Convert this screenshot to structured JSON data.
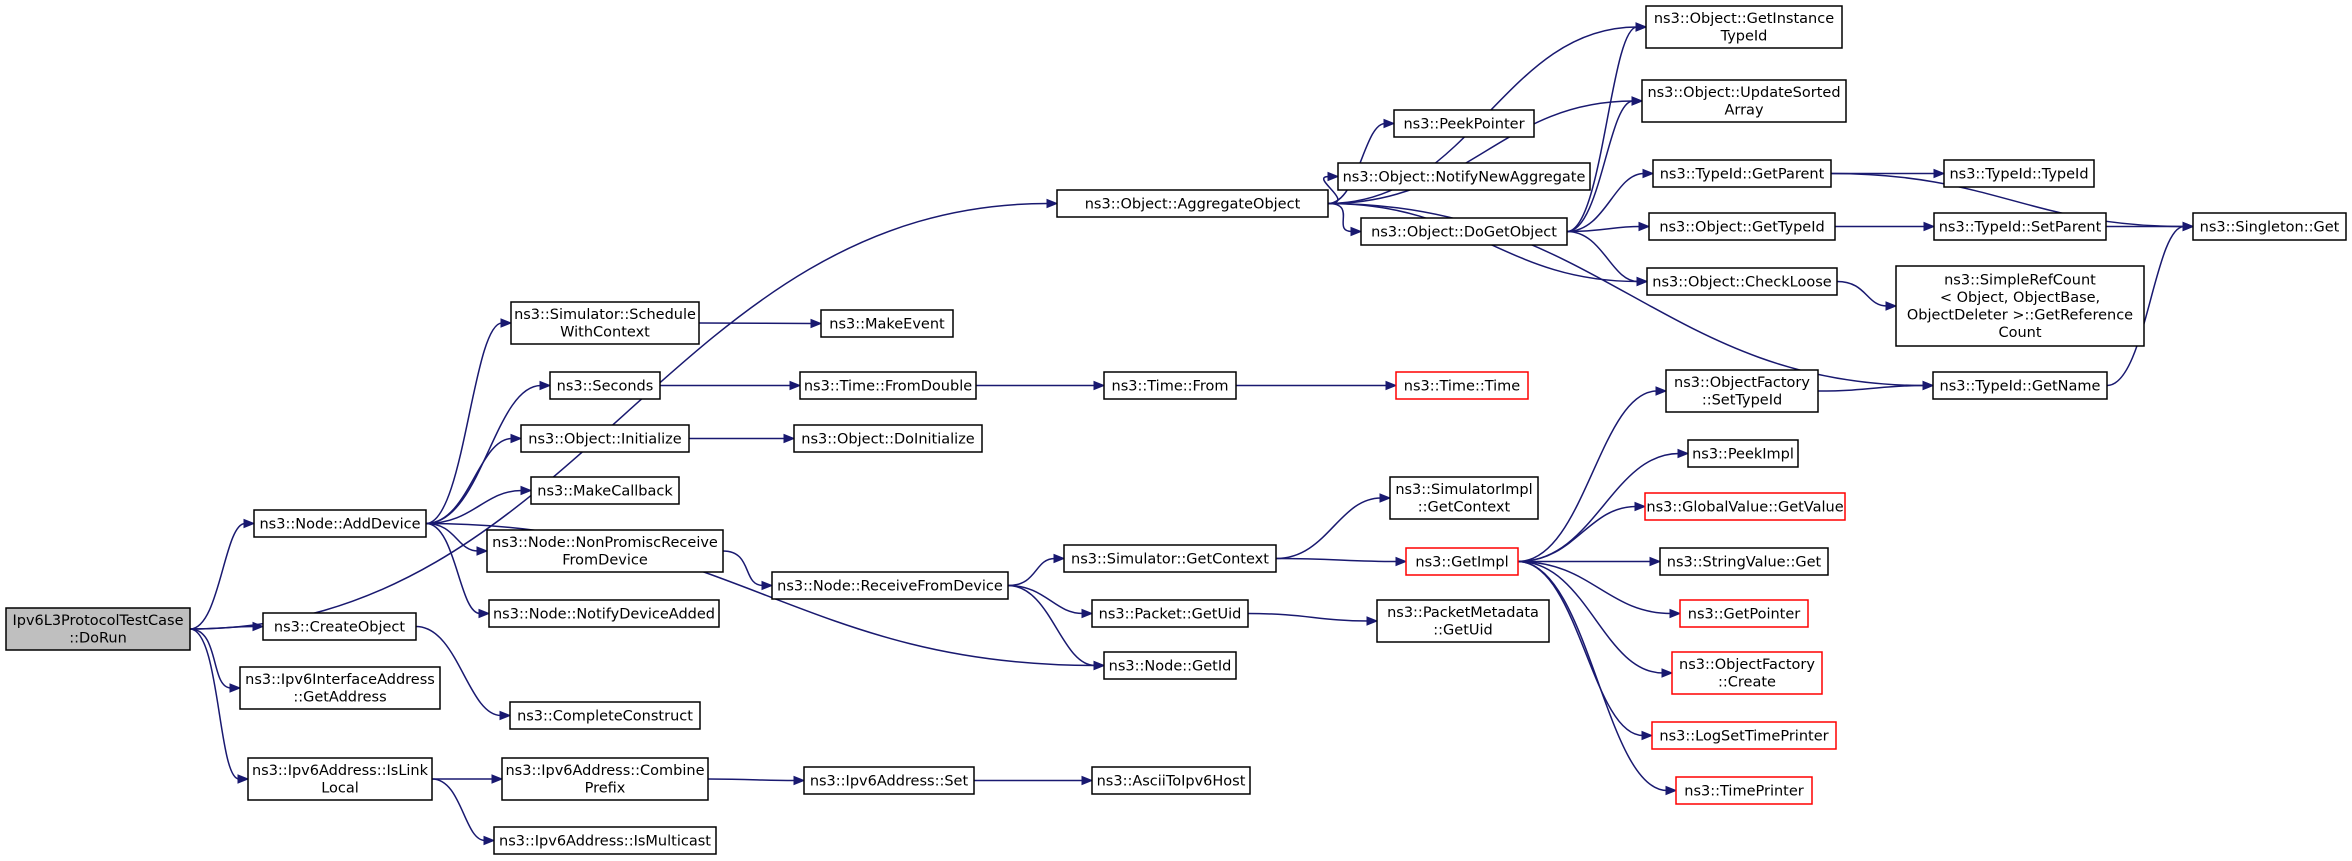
{
  "colors": {
    "edge": "#191970",
    "root_fill": "#bfbfbf",
    "node_border": "#000000",
    "truncated_border": "#ff0000"
  },
  "nodes": [
    {
      "id": "dorun",
      "lines": [
        "Ipv6L3ProtocolTestCase",
        "::DoRun"
      ],
      "root": true
    },
    {
      "id": "adddevice",
      "lines": [
        "ns3::Node::AddDevice"
      ]
    },
    {
      "id": "createobject",
      "lines": [
        "ns3::CreateObject"
      ]
    },
    {
      "id": "ifgetaddress",
      "lines": [
        "ns3::Ipv6InterfaceAddress",
        "::GetAddress"
      ]
    },
    {
      "id": "islinklocal",
      "lines": [
        "ns3::Ipv6Address::IsLink",
        "Local"
      ]
    },
    {
      "id": "aggregate",
      "lines": [
        "ns3::Object::AggregateObject"
      ]
    },
    {
      "id": "schedulectx",
      "lines": [
        "ns3::Simulator::Schedule",
        "WithContext"
      ]
    },
    {
      "id": "seconds",
      "lines": [
        "ns3::Seconds"
      ]
    },
    {
      "id": "objinit",
      "lines": [
        "ns3::Object::Initialize"
      ]
    },
    {
      "id": "makecallback",
      "lines": [
        "ns3::MakeCallback"
      ]
    },
    {
      "id": "nonpromisc",
      "lines": [
        "ns3::Node::NonPromiscReceive",
        "FromDevice"
      ]
    },
    {
      "id": "notifyadded",
      "lines": [
        "ns3::Node::NotifyDeviceAdded"
      ]
    },
    {
      "id": "completeconstruct",
      "lines": [
        "ns3::CompleteConstruct"
      ]
    },
    {
      "id": "combineprefix",
      "lines": [
        "ns3::Ipv6Address::Combine",
        "Prefix"
      ]
    },
    {
      "id": "ismulticast",
      "lines": [
        "ns3::Ipv6Address::IsMulticast"
      ]
    },
    {
      "id": "makeevent",
      "lines": [
        "ns3::MakeEvent"
      ]
    },
    {
      "id": "fromdouble",
      "lines": [
        "ns3::Time::FromDouble"
      ]
    },
    {
      "id": "doinitialize",
      "lines": [
        "ns3::Object::DoInitialize"
      ]
    },
    {
      "id": "receivefromdevice",
      "lines": [
        "ns3::Node::ReceiveFromDevice"
      ]
    },
    {
      "id": "ipv6set",
      "lines": [
        "ns3::Ipv6Address::Set"
      ]
    },
    {
      "id": "timefrom",
      "lines": [
        "ns3::Time::From"
      ]
    },
    {
      "id": "simgetcontext",
      "lines": [
        "ns3::Simulator::GetContext"
      ]
    },
    {
      "id": "packetgetuid",
      "lines": [
        "ns3::Packet::GetUid"
      ]
    },
    {
      "id": "nodegetid",
      "lines": [
        "ns3::Node::GetId"
      ]
    },
    {
      "id": "asciitoipv6",
      "lines": [
        "ns3::AsciiToIpv6Host"
      ]
    },
    {
      "id": "peekpointer",
      "lines": [
        "ns3::PeekPointer"
      ]
    },
    {
      "id": "notifynewagg",
      "lines": [
        "ns3::Object::NotifyNewAggregate"
      ]
    },
    {
      "id": "dogetobject",
      "lines": [
        "ns3::Object::DoGetObject"
      ]
    },
    {
      "id": "timetime",
      "lines": [
        "ns3::Time::Time"
      ],
      "truncated": true
    },
    {
      "id": "simimplgetctx",
      "lines": [
        "ns3::SimulatorImpl",
        "::GetContext"
      ]
    },
    {
      "id": "getimpl",
      "lines": [
        "ns3::GetImpl"
      ],
      "truncated": true
    },
    {
      "id": "pmgetuid",
      "lines": [
        "ns3::PacketMetadata",
        "::GetUid"
      ]
    },
    {
      "id": "getinstancetypeid",
      "lines": [
        "ns3::Object::GetInstance",
        "TypeId"
      ]
    },
    {
      "id": "updatesorted",
      "lines": [
        "ns3::Object::UpdateSorted",
        "Array"
      ]
    },
    {
      "id": "getparent",
      "lines": [
        "ns3::TypeId::GetParent"
      ]
    },
    {
      "id": "objgettypeid",
      "lines": [
        "ns3::Object::GetTypeId"
      ]
    },
    {
      "id": "checkloose",
      "lines": [
        "ns3::Object::CheckLoose"
      ]
    },
    {
      "id": "ofsettypeid",
      "lines": [
        "ns3::ObjectFactory",
        "::SetTypeId"
      ]
    },
    {
      "id": "peekimpl",
      "lines": [
        "ns3::PeekImpl"
      ]
    },
    {
      "id": "gvgetvalue",
      "lines": [
        "ns3::GlobalValue::GetValue"
      ],
      "truncated": true
    },
    {
      "id": "svget",
      "lines": [
        "ns3::StringValue::Get"
      ]
    },
    {
      "id": "getpointer",
      "lines": [
        "ns3::GetPointer"
      ],
      "truncated": true
    },
    {
      "id": "ofcreate",
      "lines": [
        "ns3::ObjectFactory",
        "::Create"
      ],
      "truncated": true
    },
    {
      "id": "logsettime",
      "lines": [
        "ns3::LogSetTimePrinter"
      ],
      "truncated": true
    },
    {
      "id": "timeprinter",
      "lines": [
        "ns3::TimePrinter"
      ],
      "truncated": true
    },
    {
      "id": "typeidtypeid",
      "lines": [
        "ns3::TypeId::TypeId"
      ]
    },
    {
      "id": "setparent",
      "lines": [
        "ns3::TypeId::SetParent"
      ]
    },
    {
      "id": "simplerefcount",
      "lines": [
        "ns3::SimpleRefCount",
        "< Object, ObjectBase,",
        "ObjectDeleter >::GetReference",
        "Count"
      ]
    },
    {
      "id": "getname",
      "lines": [
        "ns3::TypeId::GetName"
      ]
    },
    {
      "id": "singletonget",
      "lines": [
        "ns3::Singleton::Get"
      ]
    }
  ],
  "edges": [
    [
      "dorun",
      "aggregate"
    ],
    [
      "dorun",
      "adddevice"
    ],
    [
      "dorun",
      "createobject"
    ],
    [
      "dorun",
      "ifgetaddress"
    ],
    [
      "dorun",
      "islinklocal"
    ],
    [
      "adddevice",
      "schedulectx"
    ],
    [
      "adddevice",
      "seconds"
    ],
    [
      "adddevice",
      "objinit"
    ],
    [
      "adddevice",
      "makecallback"
    ],
    [
      "adddevice",
      "nonpromisc"
    ],
    [
      "adddevice",
      "notifyadded"
    ],
    [
      "adddevice",
      "nodegetid"
    ],
    [
      "createobject",
      "completeconstruct"
    ],
    [
      "islinklocal",
      "combineprefix"
    ],
    [
      "islinklocal",
      "ismulticast"
    ],
    [
      "schedulectx",
      "makeevent"
    ],
    [
      "seconds",
      "fromdouble"
    ],
    [
      "objinit",
      "doinitialize"
    ],
    [
      "nonpromisc",
      "receivefromdevice"
    ],
    [
      "combineprefix",
      "ipv6set"
    ],
    [
      "fromdouble",
      "timefrom"
    ],
    [
      "receivefromdevice",
      "simgetcontext"
    ],
    [
      "receivefromdevice",
      "packetgetuid"
    ],
    [
      "receivefromdevice",
      "nodegetid"
    ],
    [
      "ipv6set",
      "asciitoipv6"
    ],
    [
      "timefrom",
      "timetime"
    ],
    [
      "simgetcontext",
      "simimplgetctx"
    ],
    [
      "simgetcontext",
      "getimpl"
    ],
    [
      "packetgetuid",
      "pmgetuid"
    ],
    [
      "aggregate",
      "getinstancetypeid"
    ],
    [
      "aggregate",
      "updatesorted"
    ],
    [
      "aggregate",
      "peekpointer"
    ],
    [
      "aggregate",
      "notifynewagg"
    ],
    [
      "aggregate",
      "dogetobject"
    ],
    [
      "aggregate",
      "checkloose"
    ],
    [
      "aggregate",
      "getname"
    ],
    [
      "dogetobject",
      "getinstancetypeid"
    ],
    [
      "dogetobject",
      "updatesorted"
    ],
    [
      "dogetobject",
      "getparent"
    ],
    [
      "dogetobject",
      "objgettypeid"
    ],
    [
      "dogetobject",
      "checkloose"
    ],
    [
      "getimpl",
      "ofsettypeid"
    ],
    [
      "getimpl",
      "peekimpl"
    ],
    [
      "getimpl",
      "gvgetvalue"
    ],
    [
      "getimpl",
      "svget"
    ],
    [
      "getimpl",
      "getpointer"
    ],
    [
      "getimpl",
      "ofcreate"
    ],
    [
      "getimpl",
      "logsettime"
    ],
    [
      "getimpl",
      "timeprinter"
    ],
    [
      "getparent",
      "typeidtypeid"
    ],
    [
      "getparent",
      "singletonget"
    ],
    [
      "objgettypeid",
      "setparent"
    ],
    [
      "setparent",
      "singletonget"
    ],
    [
      "checkloose",
      "simplerefcount"
    ],
    [
      "ofsettypeid",
      "getname"
    ],
    [
      "getname",
      "singletonget"
    ]
  ]
}
